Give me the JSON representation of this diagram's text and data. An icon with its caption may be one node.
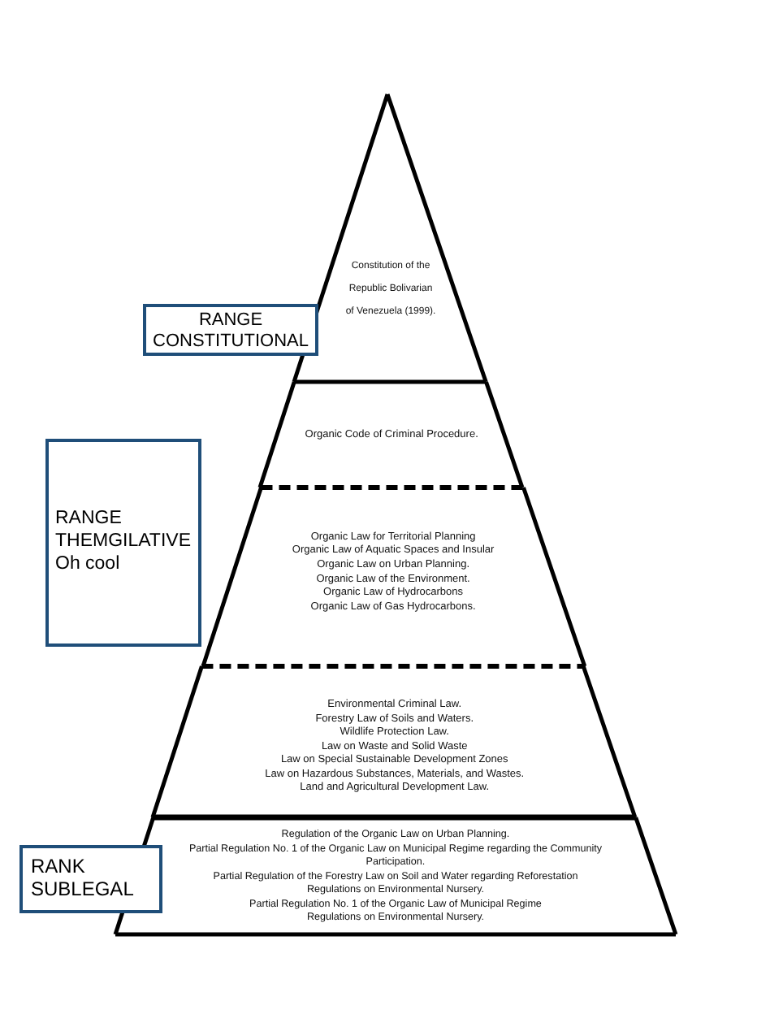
{
  "diagram": {
    "nodes": [
      {
        "text": [
          "Constitution of the Republic Bolivarian of Venezuela (1999)."
        ]
      },
      {
        "text": [
          "Organic Code of Criminal Procedure."
        ]
      },
      {
        "text": [
          "Organic Law for Territorial Planning",
          "Organic Law of Aquatic Spaces and Insular",
          "Organic Law on Urban Planning.",
          "Organic Law of the Environment.",
          "Organic Law of Hydrocarbons",
          "Organic Law of Gas Hydrocarbons."
        ]
      },
      {
        "text": [
          "Environmental Criminal Law.",
          "Forestry Law of Soils and Waters.",
          "Wildlife Protection Law.",
          "Law on Waste and Solid Waste",
          "Law on Special Sustainable Development Zones",
          "Law on Hazardous Substances, Materials, and Wastes.",
          "Land and Agricultural Development Law."
        ]
      },
      {
        "text": [
          "Regulation of the Organic Law on Urban Planning.",
          "Partial Regulation No. 1 of the Organic Law on Municipal Regime regarding the Community Participation.",
          "Partial Regulation of the Forestry Law on Soil and Water regarding Reforestation",
          "Regulations on Environmental Nursery.",
          "Partial Regulation No. 1 of the Organic Law of Municipal Regime",
          "Regulations on Environmental Nursery."
        ]
      },
      {
        "text": [
          "RANGE CONSTITUTIONAL"
        ]
      },
      {
        "text": [
          "RANGE THEMGILATIVE Oh cool"
        ]
      },
      {
        "text": [
          "RANK SUBLEGAL"
        ]
      }
    ],
    "edges": []
  }
}
